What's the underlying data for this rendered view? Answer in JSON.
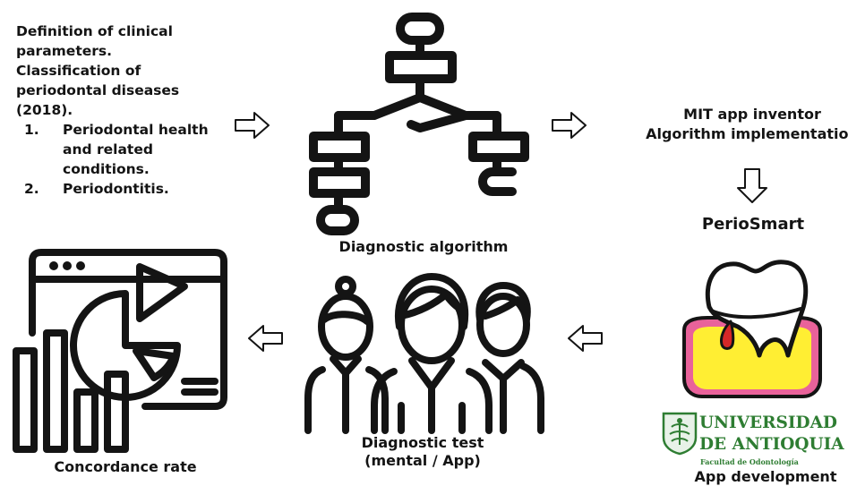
{
  "intro": {
    "lines": [
      "Definition of clinical",
      "parameters.",
      "Classification of",
      "periodontal diseases",
      "(2018)."
    ],
    "list": [
      {
        "num": "1.",
        "lines": [
          "Periodontal health",
          "and related",
          "conditions."
        ]
      },
      {
        "num": "2.",
        "lines": [
          "Periodontitis."
        ]
      }
    ]
  },
  "algorithm_label": "Diagnostic algorithm",
  "mit_label": {
    "line1": "MIT app inventor",
    "line2": "Algorithm implementation"
  },
  "app_name": "PerioSmart",
  "diagnostic_test_label": {
    "line1": "Diagnostic test",
    "line2": "(mental / App)"
  },
  "concordance_label": "Concordance rate",
  "university": {
    "line1": "UNIVERSIDAD",
    "line2": "DE ANTIOQUIA",
    "faculty": "Facultad de Odontología"
  },
  "app_development_label": "App development",
  "colors": {
    "ink": "#141414",
    "gum_outer": "#e9629a",
    "gum_inner": "#ffee33",
    "blood": "#d62828",
    "udea_green": "#2e7d32"
  },
  "icons": [
    "flowchart-icon",
    "tooth-icon",
    "people-group-icon",
    "dashboard-chart-icon",
    "university-seal-icon",
    "arrow-right-icon",
    "arrow-down-icon",
    "arrow-left-icon"
  ]
}
